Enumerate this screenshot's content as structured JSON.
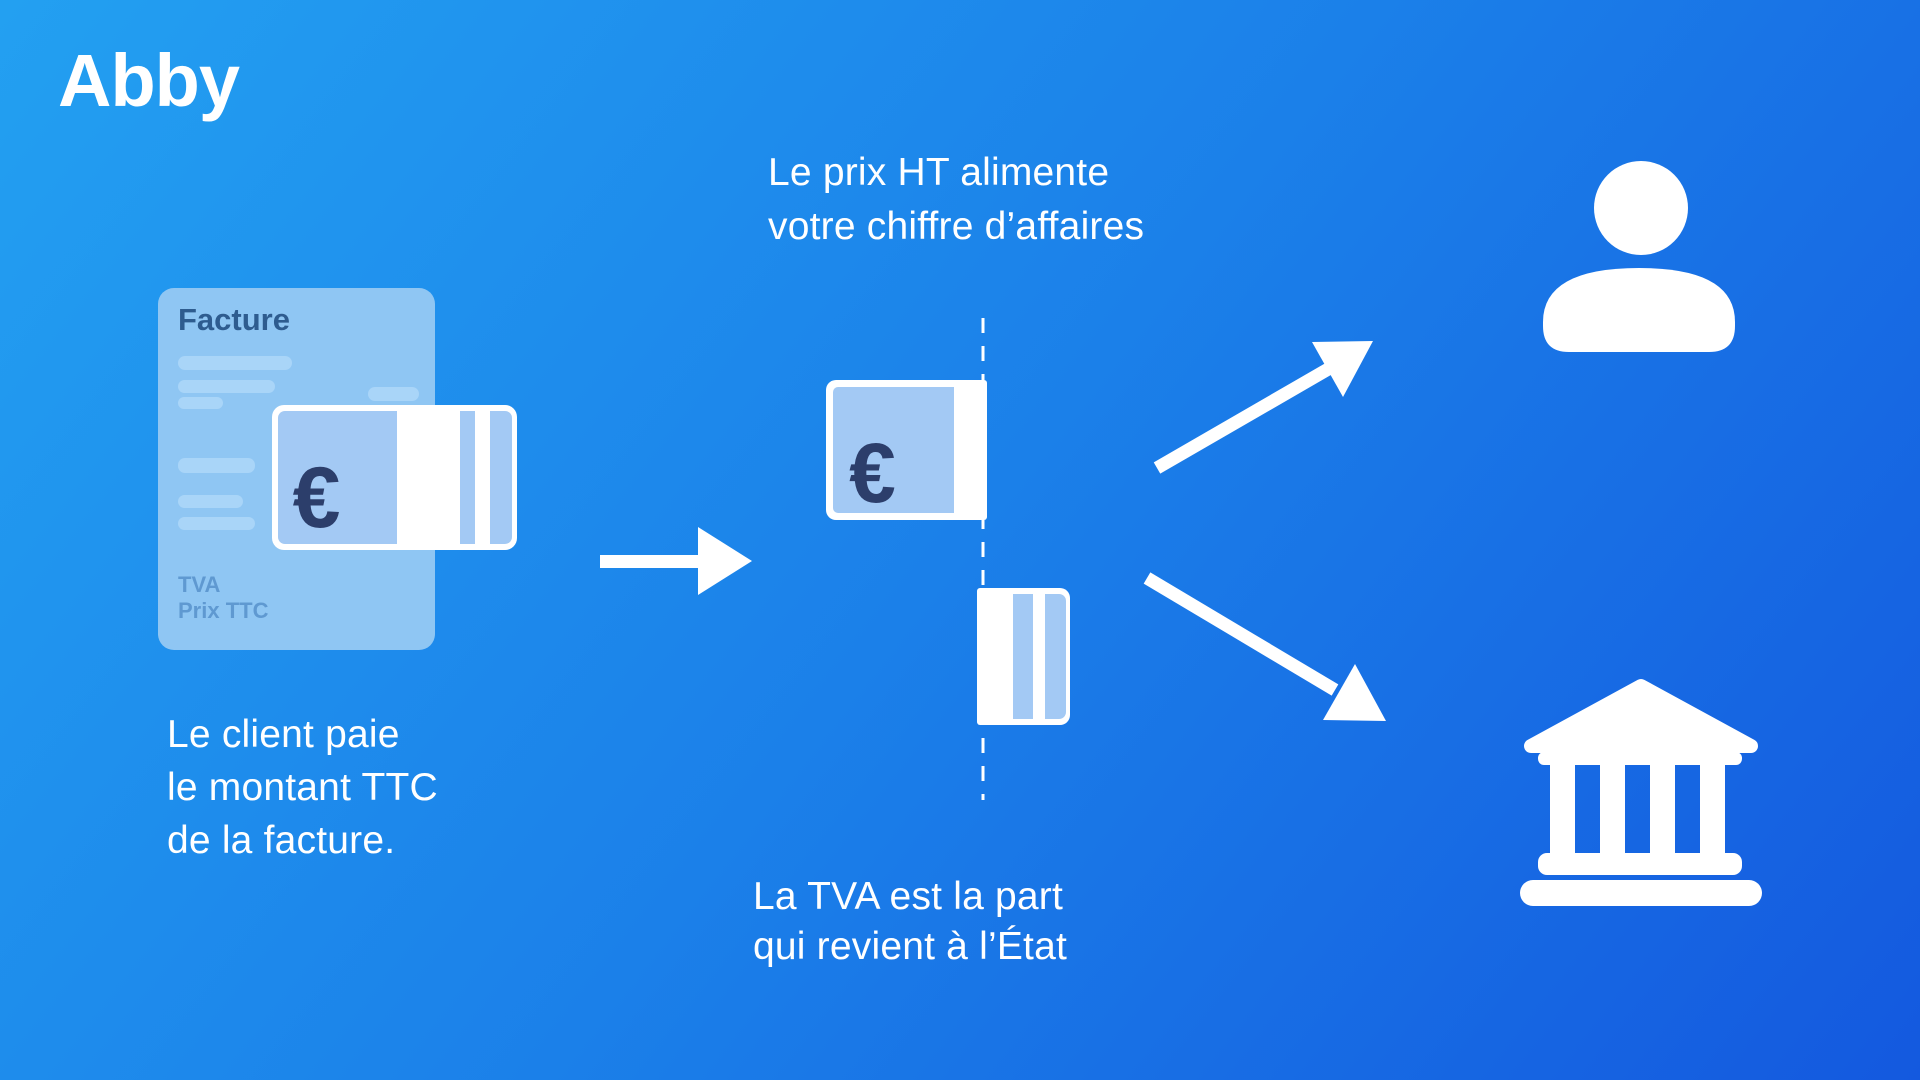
{
  "brand": {
    "logo_text": "Abby"
  },
  "invoice_card": {
    "title": "Facture",
    "labels": {
      "tva": "TVA",
      "prix_ttc": "Prix TTC"
    }
  },
  "banknote": {
    "currency": "€"
  },
  "split_note": {
    "currency": "€"
  },
  "captions": {
    "prix_ht": "Le prix HT alimente\nvotre chiffre d’affaires",
    "client": "Le client paie\nle montant TTC\nde la facture.",
    "tva": "La TVA est la part\nqui revient à l’État"
  },
  "colors": {
    "background_start": "#23A0F1",
    "background_end": "#1459DF",
    "card": "#8FC6F3",
    "card_bar": "#A9D5F8",
    "note_blue": "#A3C9F4",
    "euro_navy": "#2C3E6B",
    "card_title": "#2E5C8F",
    "card_muted_text": "#5F99D1",
    "foreground": "#FFFFFF"
  }
}
